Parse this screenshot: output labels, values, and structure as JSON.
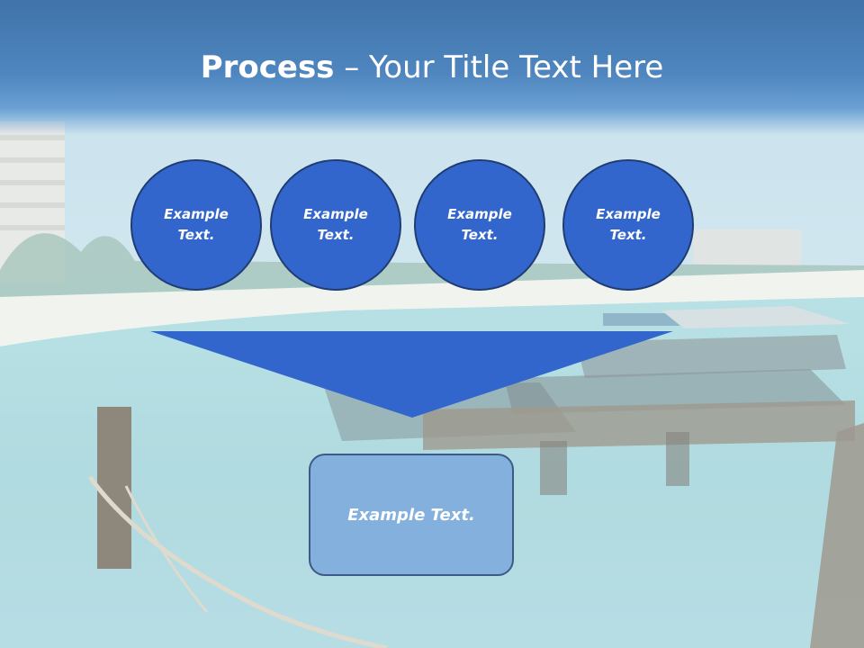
{
  "slide": {
    "title_bold": "Process",
    "title_rest": " – Your Title Text Here",
    "steps": [
      {
        "label": "Example Text."
      },
      {
        "label": "Example Text."
      },
      {
        "label": "Example Text."
      },
      {
        "label": "Example Text."
      }
    ],
    "result": {
      "label": "Example Text."
    }
  },
  "colors": {
    "circle_fill": "#3366cc",
    "circle_border": "#1f3d73",
    "funnel_fill": "#3366cc",
    "result_fill": "#84b0de",
    "header": "#4f86bf"
  }
}
